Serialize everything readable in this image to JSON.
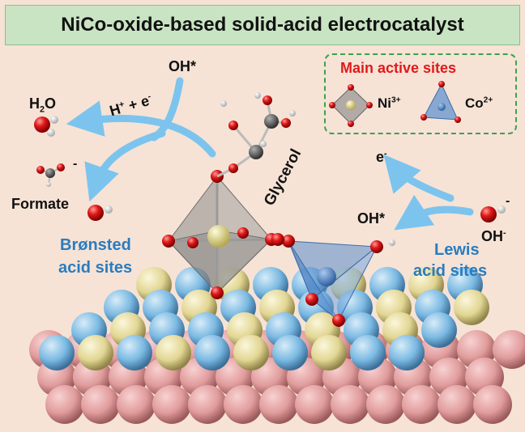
{
  "title": "NiCo-oxide-based solid-acid electrocatalyst",
  "legend": {
    "heading": "Main active sites",
    "ni_label": "Ni",
    "ni_charge": "3+",
    "co_label": "Co",
    "co_charge": "2+"
  },
  "labels": {
    "oh_star_top": "OH*",
    "h2o_h": "H",
    "h2o_sub": "2",
    "h2o_o": "O",
    "proton_electron_h": "H",
    "proton_electron_hsup": "+",
    "proton_electron_mid": " + e",
    "proton_electron_esup": "-",
    "formate_minus": "-",
    "formate": "Formate",
    "glycerol": "Glycerol",
    "electron_e": "e",
    "electron_sup": "-",
    "oh_star_right": "OH*",
    "hydroxide_minus": "-",
    "hydroxide_oh": "OH",
    "hydroxide_sup": "-",
    "bronsted_line1": "Brønsted",
    "bronsted_line2": "acid sites",
    "lewis_line1": "Lewis",
    "lewis_line2": "acid sites"
  },
  "colors": {
    "background": "#f6e3d6",
    "title_bg": "#c9e4c3",
    "arrow": "#7cc4ee",
    "oxygen": "#d81818",
    "ni_site": "#e4d98e",
    "co_site": "#5b9bd5",
    "substrate": "#e8a5a5",
    "accent_blue": "#2a7cc0",
    "accent_red": "#e01a1a",
    "legend_border": "#3aa24a"
  }
}
